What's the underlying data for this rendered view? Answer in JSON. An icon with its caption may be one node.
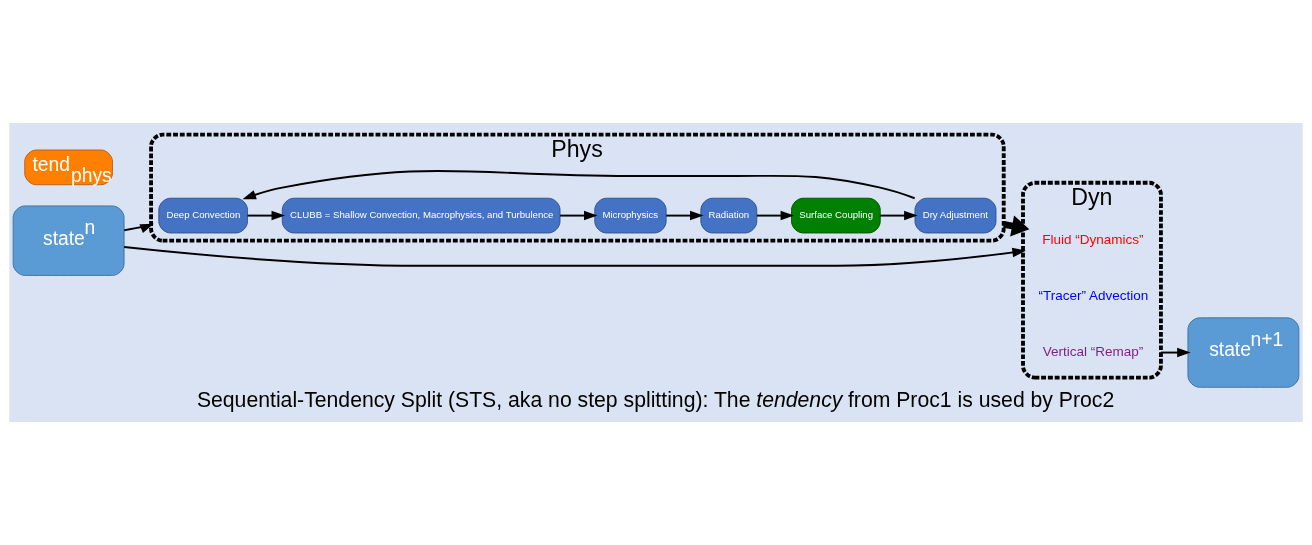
{
  "diagram": {
    "caption": "Sequential-Tendency Split (STS, aka no step splitting): The *tendency* from Proc1 is used by Proc2",
    "nodes": [
      {
        "text": [
          "state$^{n}$"
        ]
      },
      {
        "text": [
          "Phys"
        ]
      },
      {
        "text": [
          "Deep Convection"
        ],
        "in": 1
      },
      {
        "text": [
          "CLUBB = Shallow Convection, Macrophysics, and Turbulence"
        ],
        "in": 1
      },
      {
        "text": [
          "Microphysics"
        ],
        "in": 1
      },
      {
        "text": [
          "Radiation"
        ],
        "in": 1
      },
      {
        "text": [
          "Surface Coupling"
        ],
        "in": 1
      },
      {
        "text": [
          "Dry Adjustment"
        ],
        "in": 1
      },
      {
        "text": [
          "tend$_{phys}$"
        ]
      },
      {
        "text": [
          "Dyn"
        ]
      },
      {
        "text": [
          "Fluid “Dynamics”"
        ],
        "in": 9
      },
      {
        "text": [
          "“Tracer” Advection"
        ],
        "in": 9
      },
      {
        "text": [
          "Vertical “Remap”"
        ],
        "in": 9
      },
      {
        "text": [
          "state$^{n+1}$"
        ]
      }
    ],
    "edges": [
      {
        "from": 0,
        "to": 1,
        "arrow": "to"
      },
      {
        "from": 2,
        "to": 3,
        "arrow": "to"
      },
      {
        "from": 3,
        "to": 4,
        "arrow": "to"
      },
      {
        "from": 4,
        "to": 5,
        "arrow": "to"
      },
      {
        "from": 5,
        "to": 6,
        "arrow": "to"
      },
      {
        "from": 6,
        "to": 7,
        "arrow": "to"
      },
      {
        "from": 7,
        "to": 2,
        "arrow": "to"
      },
      {
        "from": 1,
        "to": 9,
        "arrow": "to",
        "style": "thick"
      },
      {
        "from": 9,
        "to": 13,
        "arrow": "to"
      },
      {
        "from": 0,
        "to": 9,
        "arrow": "to"
      }
    ]
  }
}
